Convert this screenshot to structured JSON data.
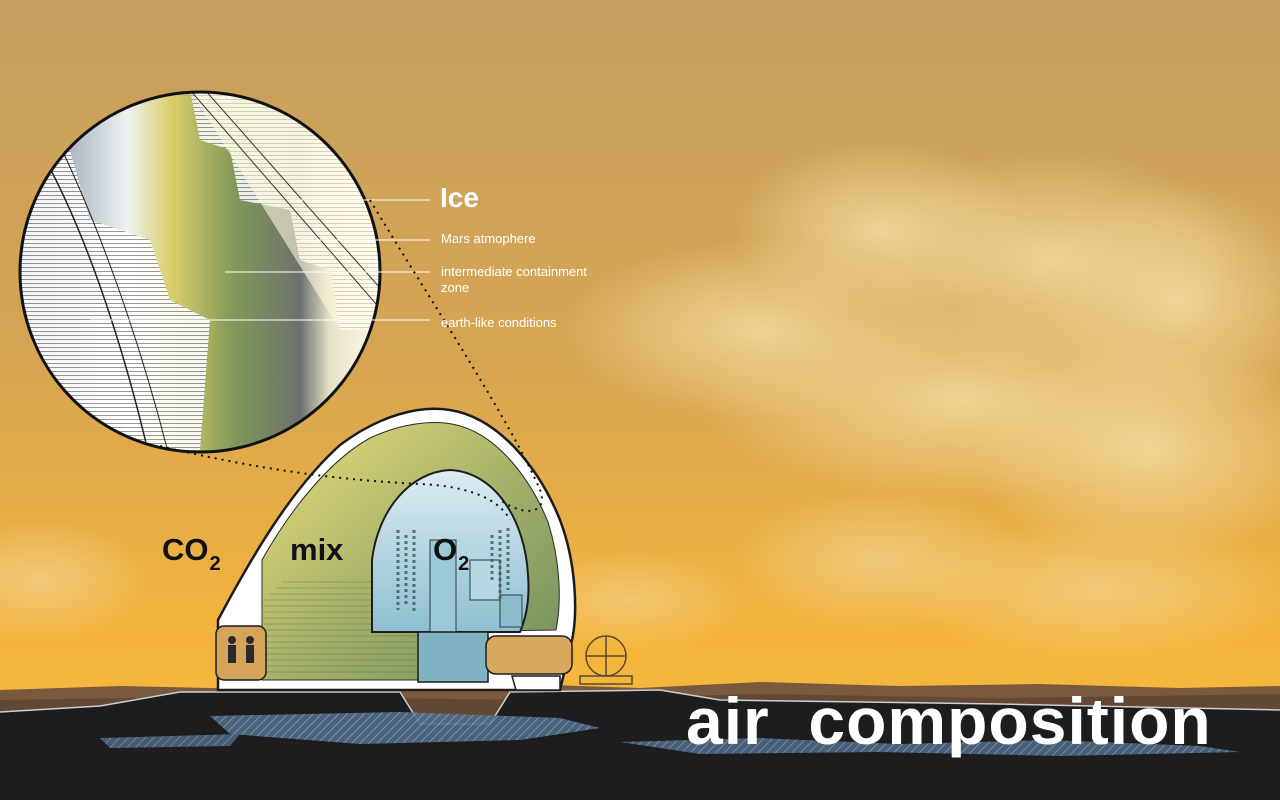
{
  "labels": {
    "ice": "Ice",
    "mars_atmosphere": "Mars atmophere",
    "intermediate_zone": "intermediate containment zone",
    "earth_like": "earth-like conditions",
    "co2_base": "CO",
    "co2_sub": "2",
    "mix": "mix",
    "o2_base": "O",
    "o2_sub": "2"
  },
  "title": "air  composition",
  "colors": {
    "sky_top": "#c8a060",
    "sky_horizon": "#f5b23a",
    "ground": "#1a1a1a",
    "shell_white": "#ffffff",
    "mix_green": "#9aa860",
    "oxygen_blue": "#a6d4e4",
    "label_white": "#ffffff",
    "label_dark": "#111111"
  }
}
